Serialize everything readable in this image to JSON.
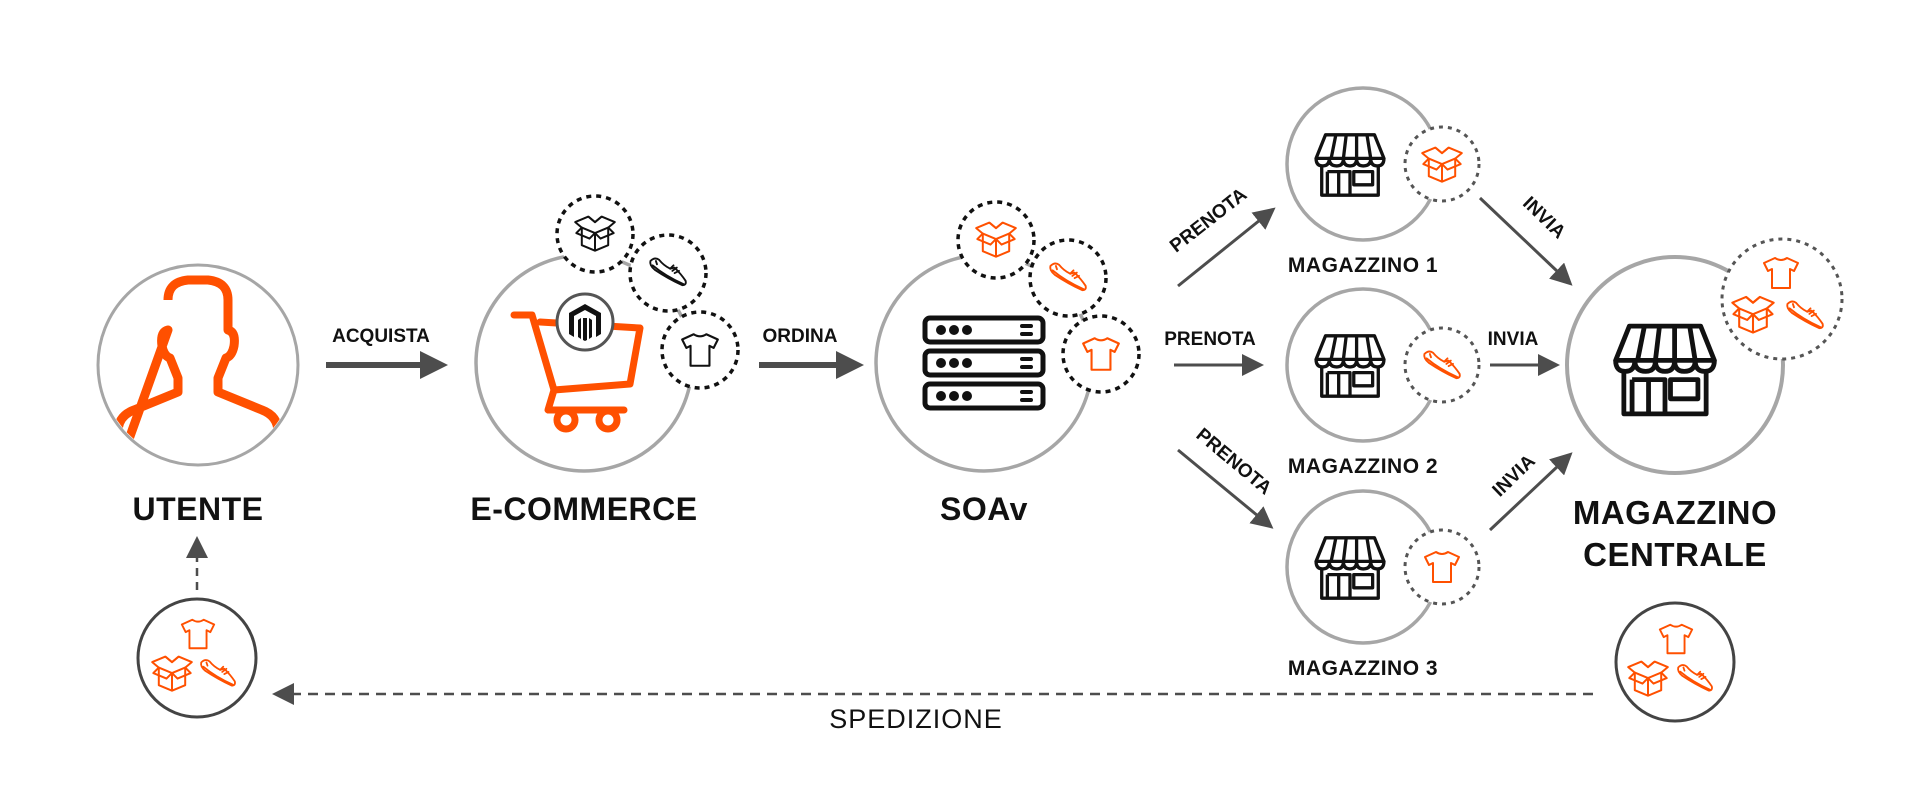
{
  "colors": {
    "accent": "#ff5000",
    "ring": "#a6a6a6",
    "arrow": "#4d4d4d",
    "ink": "#111111",
    "dotted": "#333333"
  },
  "nodes": {
    "utente": {
      "label": "UTENTE",
      "icon": "person-silhouette-icon"
    },
    "ecommerce": {
      "label": "E-COMMERCE",
      "icon": "shopping-cart-icon",
      "badge": "magento-logo-icon",
      "items": [
        "box-icon",
        "sneaker-icon",
        "tshirt-icon"
      ]
    },
    "soav": {
      "label": "SOAv",
      "icon": "server-rack-icon",
      "items": [
        "box-icon",
        "sneaker-icon",
        "tshirt-icon"
      ]
    },
    "magazzino1": {
      "label": "MAGAZZINO 1",
      "icon": "store-icon",
      "item": "box-icon"
    },
    "magazzino2": {
      "label": "MAGAZZINO 2",
      "icon": "store-icon",
      "item": "sneaker-icon"
    },
    "magazzino3": {
      "label": "MAGAZZINO 3",
      "icon": "store-icon",
      "item": "tshirt-icon"
    },
    "centrale": {
      "label_line1": "MAGAZZINO",
      "label_line2": "CENTRALE",
      "icon": "store-icon",
      "items": [
        "tshirt-icon",
        "box-icon",
        "sneaker-icon"
      ]
    }
  },
  "edges": {
    "acquista": "ACQUISTA",
    "ordina": "ORDINA",
    "prenota1": "PRENOTA",
    "prenota2": "PRENOTA",
    "prenota3": "PRENOTA",
    "invia1": "INVIA",
    "invia2": "INVIA",
    "invia3": "INVIA",
    "spedizione": "SPEDIZIONE"
  },
  "packages": {
    "delivered": {
      "items": [
        "tshirt-icon",
        "box-icon",
        "sneaker-icon"
      ]
    },
    "shipped": {
      "items": [
        "tshirt-icon",
        "box-icon",
        "sneaker-icon"
      ]
    }
  }
}
